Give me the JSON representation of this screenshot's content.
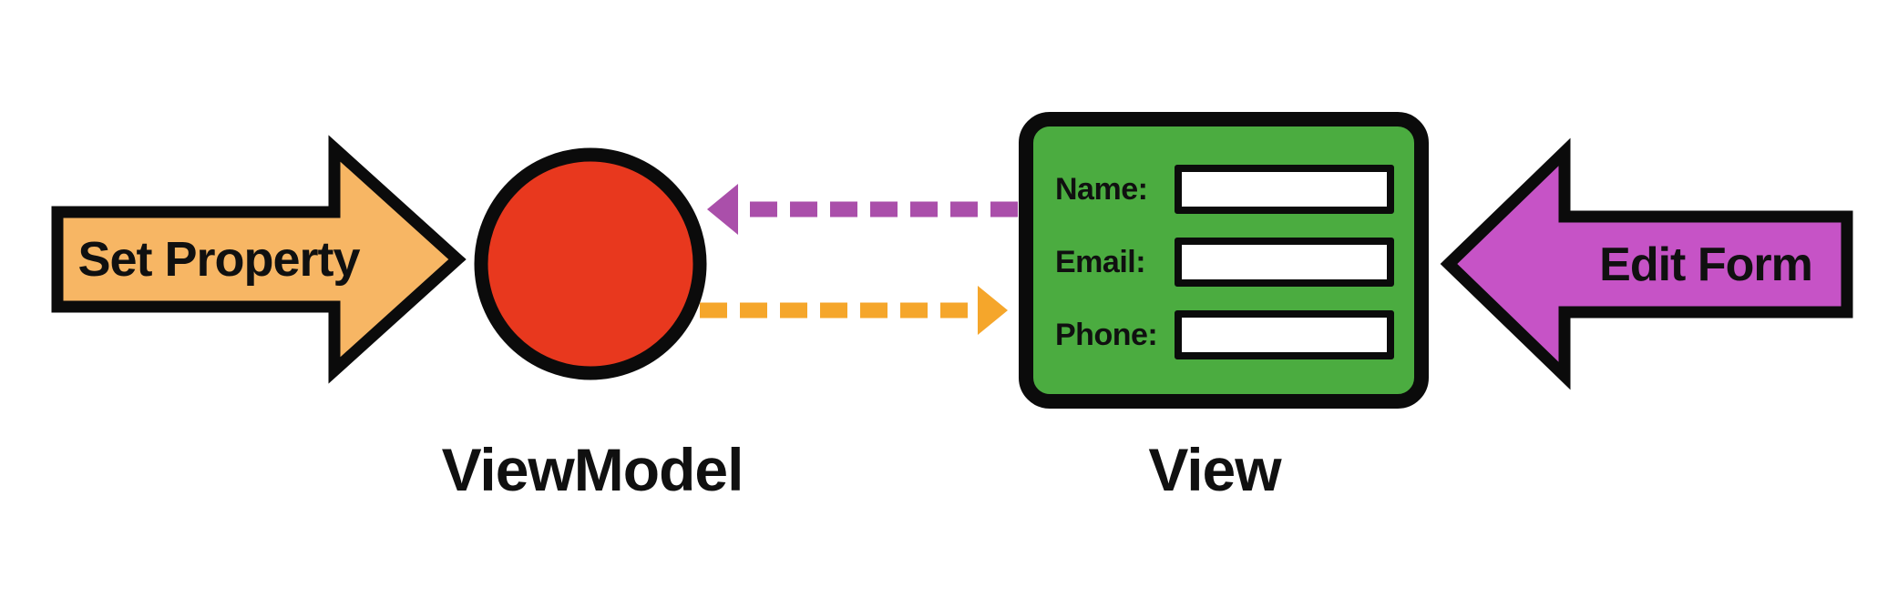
{
  "diagram": {
    "left_arrow": {
      "label": "Set Property"
    },
    "viewmodel": {
      "caption": "ViewModel"
    },
    "view": {
      "caption": "View",
      "fields": [
        {
          "label": "Name:",
          "value": ""
        },
        {
          "label": "Email:",
          "value": ""
        },
        {
          "label": "Phone:",
          "value": ""
        }
      ]
    },
    "right_arrow": {
      "label": "Edit Form"
    }
  },
  "colors": {
    "orange-arrow-fill": "#F7B664",
    "purple-arrow-fill": "#C653C6",
    "red-circle-fill": "#E8381E",
    "green-panel-fill": "#4BAC40",
    "orange-dash": "#F5A62B",
    "purple-dash": "#AA4FAA",
    "outline": "#0B0B0B",
    "text": "#101010",
    "input-bg": "#FFFFFF"
  }
}
